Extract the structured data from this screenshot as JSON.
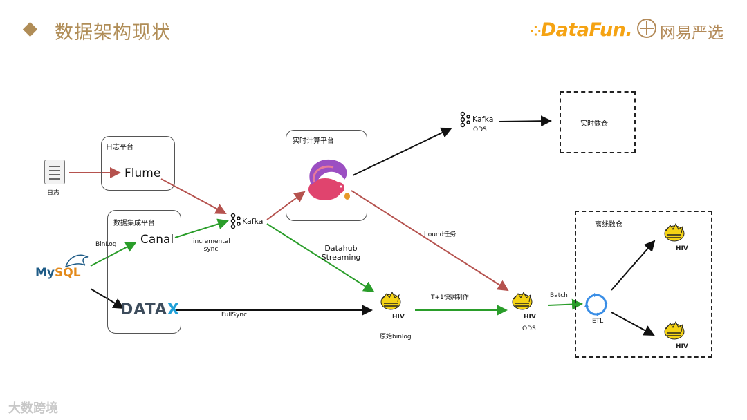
{
  "header": {
    "title": "数据架构现状",
    "logo_datafun": "DataFun.",
    "logo_yanxuan": "网易严选"
  },
  "nodes": {
    "log_icon_label": "日志",
    "log_platform": "日志平台",
    "flume": "Flume",
    "data_integration_platform": "数据集成平台",
    "canal": "Canal",
    "datax_part1": "DATA",
    "datax_part2": "X",
    "mysql_part1": "My",
    "mysql_part2": "SQL",
    "kafka_main": "Kafka",
    "realtime_compute_platform": "实时计算平台",
    "kafka_ods": "Kafka",
    "kafka_ods_sub": "ODS",
    "realtime_dw": "实时数仓",
    "offline_dw": "离线数仓",
    "hive_binlog_label": "原始binlog",
    "hive_ods_label": "ODS",
    "etl_label": "ETL"
  },
  "edges": {
    "binlog": "BinLog",
    "incremental": "incremental",
    "sync": "sync",
    "datahub": "Datahub",
    "streaming": "Streaming",
    "fullsync": "FullSync",
    "t1_snapshot": "T+1快照制作",
    "hound_task": "hound任务",
    "batch": "Batch"
  },
  "colors": {
    "accent": "#b08d57",
    "red_arrow": "#b5524e",
    "green_arrow": "#2a9d2a",
    "black_arrow": "#111111",
    "hive_yellow": "#f5d315",
    "etl_blue": "#3a8ee6"
  },
  "watermark": "大数跨境"
}
